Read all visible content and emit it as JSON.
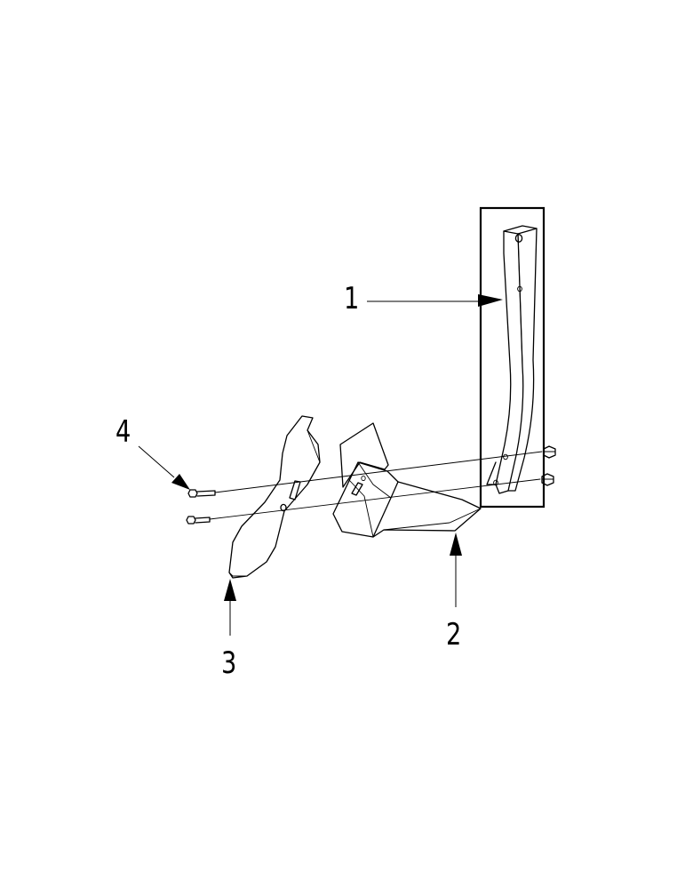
{
  "callouts": {
    "c1": {
      "label": "1"
    },
    "c2": {
      "label": "2"
    },
    "c3": {
      "label": "3"
    },
    "c4": {
      "label": "4"
    }
  },
  "colors": {
    "ink": "#000000",
    "background": "#ffffff"
  }
}
